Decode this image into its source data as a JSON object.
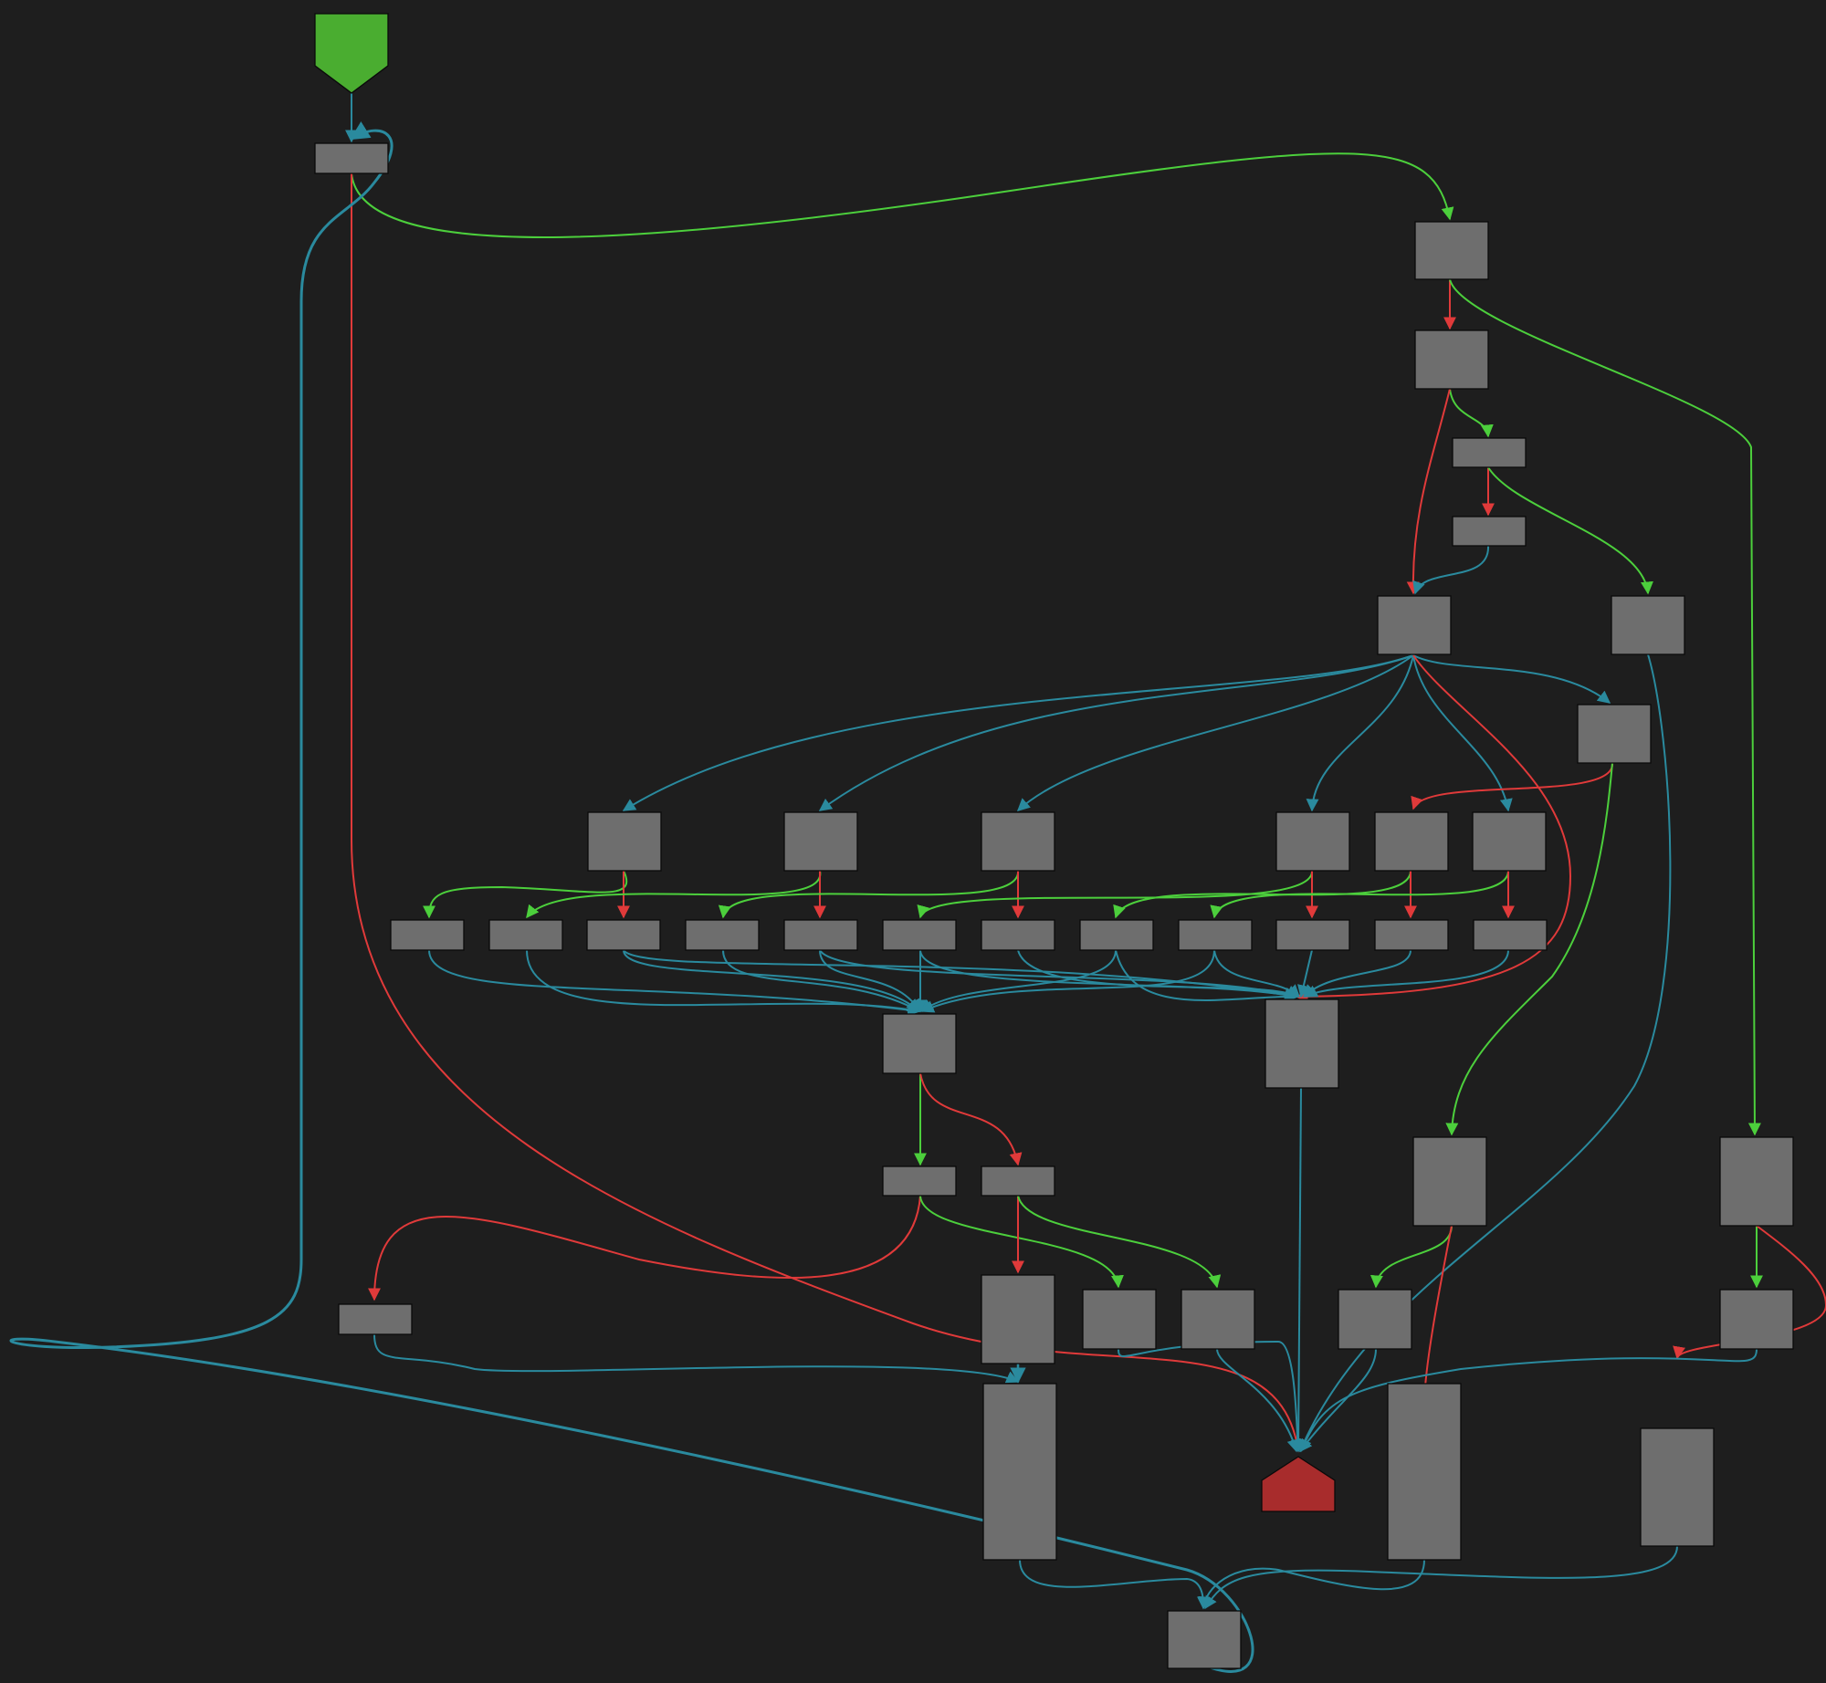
{
  "graph": {
    "background": "#1e1e1e",
    "node_fill": "#6e6e6e",
    "node_stroke": "#0a0a0a",
    "edge_colors": {
      "unconditional": "#2a8a9e",
      "true_branch": "#4ccf3c",
      "false_branch": "#e03a3a"
    },
    "entry_node": {
      "name": "entry-node",
      "shape": "pentagon-down",
      "color": "#4aad30"
    },
    "exit_node": {
      "name": "exit-node",
      "shape": "house",
      "color": "#a82c2c"
    },
    "node_count": 48,
    "edge_count": 72
  }
}
